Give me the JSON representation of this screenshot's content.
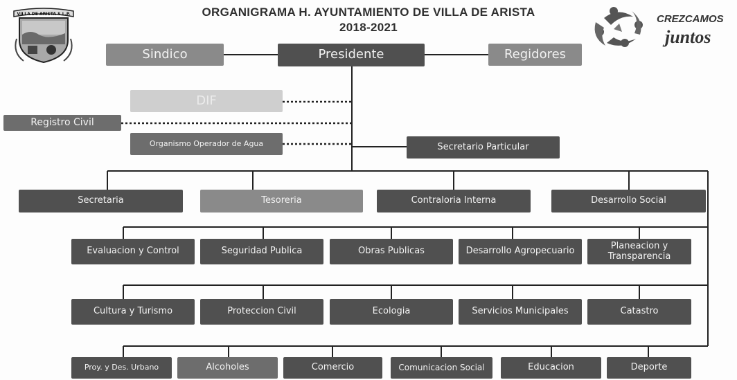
{
  "title": {
    "line1": "ORGANIGRAMA H. AYUNTAMIENTO DE VILLA DE ARISTA",
    "line2": "2018-2021"
  },
  "logos": {
    "left": {
      "icon": "municipal-shield-icon",
      "banner_text": "VILLA DE ARISTA S.L.P."
    },
    "right": {
      "icon": "crezcamos-juntos-logo-icon",
      "text_top": "CREZCAMOS",
      "text_bottom": "juntos"
    }
  },
  "top": {
    "sindico": "Sindico",
    "presidente": "Presidente",
    "regidores": "Regidores"
  },
  "staff": {
    "dif": "DIF",
    "registro_civil": "Registro Civil",
    "organismo_agua": "Organismo Operador de Agua",
    "secretario_particular": "Secretario Particular"
  },
  "level1": [
    "Secretaria",
    "Tesoreria",
    "Contraloria Interna",
    "Desarrollo Social"
  ],
  "level2": [
    "Evaluacion y Control",
    "Seguridad Publica",
    "Obras Publicas",
    "Desarrollo Agropecuario",
    "Planeacion y Transparencia"
  ],
  "level3": [
    "Cultura y Turismo",
    "Proteccion Civil",
    "Ecologia",
    "Servicios Municipales",
    "Catastro"
  ],
  "level4": [
    "Proy. y Des. Urbano",
    "Alcoholes",
    "Comercio",
    "Comunicacion Social",
    "Educacion",
    "Deporte"
  ]
}
